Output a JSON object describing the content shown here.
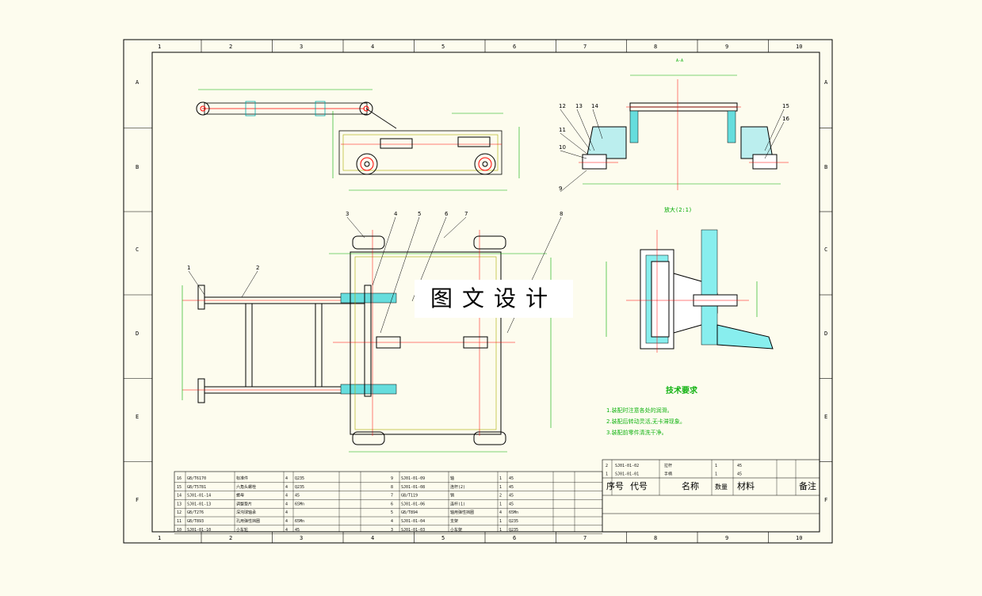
{
  "grid": {
    "columns": [
      "1",
      "2",
      "3",
      "4",
      "5",
      "6",
      "7",
      "8",
      "9",
      "10"
    ],
    "rows": [
      "A",
      "B",
      "C",
      "D",
      "E",
      "F"
    ]
  },
  "views": {
    "section_title": "A-A",
    "detail_title": "放大(2:1)"
  },
  "callouts": [
    "1",
    "2",
    "3",
    "4",
    "5",
    "6",
    "7",
    "8",
    "9",
    "10",
    "11",
    "12",
    "13",
    "14",
    "15",
    "16"
  ],
  "watermark": "图文设计",
  "tech_requirements": {
    "title": "技术要求",
    "items": [
      "1.装配时注意各处的润滑。",
      "2.装配后转动灵活,无卡滞现象。",
      "3.装配前零件清洗干净。"
    ]
  },
  "bom_left": [
    {
      "no": "16",
      "code": "GB/T6170",
      "name": "标准件",
      "qty": "4",
      "mat": "Q235"
    },
    {
      "no": "15",
      "code": "GB/T5781",
      "name": "六角头螺栓",
      "qty": "4",
      "mat": "Q235"
    },
    {
      "no": "14",
      "code": "SJ01-01-14",
      "name": "螺母",
      "qty": "4",
      "mat": "45"
    },
    {
      "no": "13",
      "code": "SJ01-01-13",
      "name": "调整垫片",
      "qty": "4",
      "mat": "65Mn"
    },
    {
      "no": "12",
      "code": "GB/T276",
      "name": "深沟球轴承",
      "qty": "4",
      "mat": ""
    },
    {
      "no": "11",
      "code": "GB/T893",
      "name": "孔用弹性挡圈",
      "qty": "4",
      "mat": "65Mn"
    },
    {
      "no": "10",
      "code": "SJ01-01-10",
      "name": "小车轮",
      "qty": "4",
      "mat": "45"
    }
  ],
  "bom_right": [
    {
      "no": "9",
      "code": "SJ01-01-09",
      "name": "轴",
      "qty": "1",
      "mat": "45"
    },
    {
      "no": "8",
      "code": "SJ01-01-08",
      "name": "连杆(2)",
      "qty": "1",
      "mat": "45"
    },
    {
      "no": "7",
      "code": "GB/T119",
      "name": "销",
      "qty": "2",
      "mat": "45"
    },
    {
      "no": "6",
      "code": "SJ01-01-06",
      "name": "连杆(1)",
      "qty": "1",
      "mat": "45"
    },
    {
      "no": "5",
      "code": "GB/T894",
      "name": "轴用弹性挡圈",
      "qty": "4",
      "mat": "65Mn"
    },
    {
      "no": "4",
      "code": "SJ01-01-04",
      "name": "支架",
      "qty": "1",
      "mat": "Q235"
    },
    {
      "no": "3",
      "code": "SJ01-01-03",
      "name": "小车架",
      "qty": "1",
      "mat": "Q235"
    }
  ],
  "bom_top": [
    {
      "no": "2",
      "code": "SJ01-01-02",
      "name": "拉杆",
      "qty": "1",
      "mat": "45"
    },
    {
      "no": "1",
      "code": "SJ01-01-01",
      "name": "手柄",
      "qty": "1",
      "mat": "45"
    }
  ],
  "bom_header": {
    "no": "序号",
    "code": "代号",
    "name": "名称",
    "qty": "数量",
    "mat": "材料",
    "remark": "备注"
  }
}
